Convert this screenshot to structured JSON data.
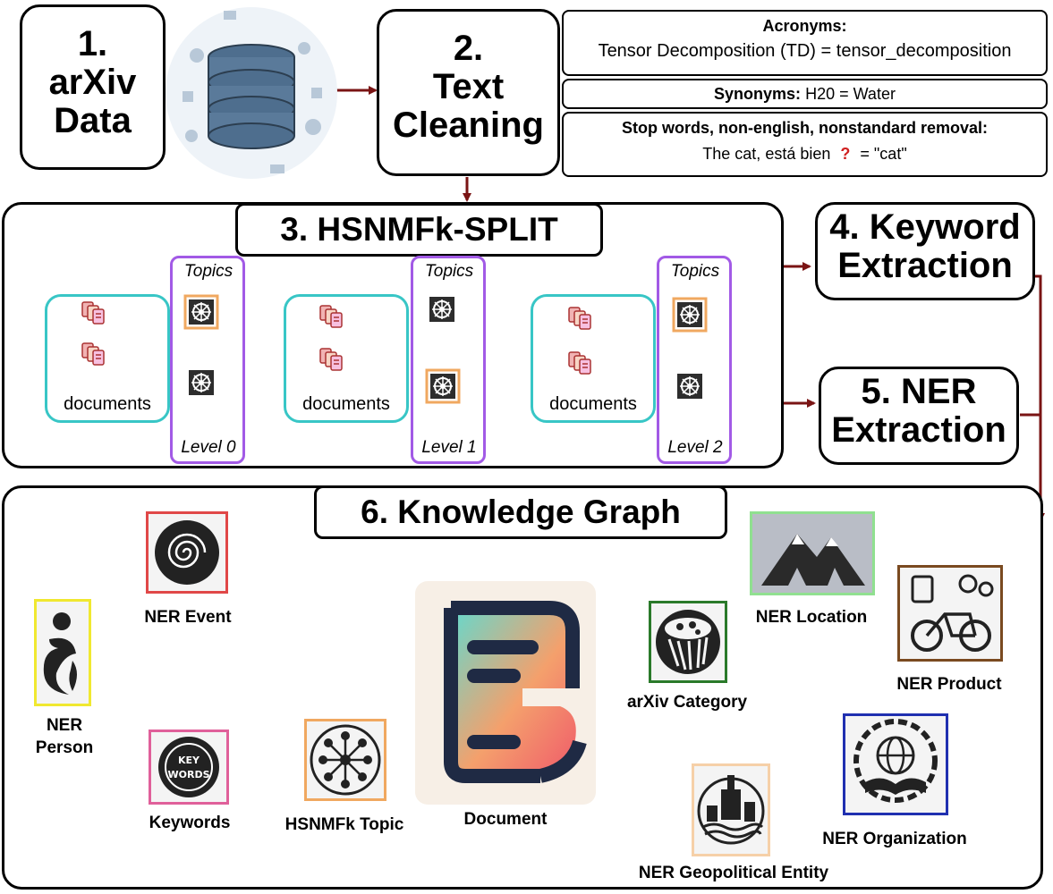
{
  "step1": {
    "line1": "1.",
    "line2": "arXiv",
    "line3": "Data"
  },
  "step2": {
    "line1": "2.",
    "line2": "Text",
    "line3": "Cleaning"
  },
  "cleaning": {
    "acronyms_title": "Acronyms:",
    "acronyms_text": "Tensor Decomposition (TD) = tensor_decomposition",
    "synonyms_title": "Synonyms:",
    "synonyms_text": "H20 = Water",
    "stop_title": "Stop words, non-english, nonstandard removal:",
    "stop_text_a": "The cat, está bien",
    "stop_text_b": "= \"cat\""
  },
  "step3": {
    "title": "3. HSNMFk-SPLIT",
    "topics_label": "Topics",
    "documents_label": "documents",
    "levels": [
      "Level 0",
      "Level 1",
      "Level 2"
    ]
  },
  "step4": {
    "line1": "4. Keyword",
    "line2": "Extraction"
  },
  "step5": {
    "line1": "5. NER",
    "line2": "Extraction"
  },
  "step6": {
    "title": "6. Knowledge Graph"
  },
  "graph_nodes": {
    "ner_event": "NER Event",
    "ner_person_1": "NER",
    "ner_person_2": "Person",
    "keywords": "Keywords",
    "hsnmfk_topic": "HSNMFk Topic",
    "document": "Document",
    "arxiv_category": "arXiv Category",
    "ner_location": "NER Location",
    "ner_product": "NER Product",
    "ner_geopolitical": "NER Geopolitical Entity",
    "ner_organization": "NER Organization"
  },
  "colors": {
    "arrow_dark_red": "#7a1414",
    "documents_box": "#38c6c6",
    "topics_box": "#a25ae6",
    "event_border": "#e04848",
    "person_border": "#f0e830",
    "keywords_border": "#e0609a",
    "hsnmfk_border": "#f0a860",
    "category_border": "#2a7a2a",
    "location_border": "#90e090",
    "product_border": "#7a4a20",
    "geo_border": "#f6d0a8",
    "org_border": "#2030b0"
  },
  "icons": [
    "database-icon",
    "topic-gear-icon",
    "document-stack-icon",
    "mountain-icon",
    "bicycle-icon",
    "globe-book-icon",
    "city-icon",
    "spiral-icon",
    "person-icon",
    "keywords-seal-icon",
    "network-icon",
    "category-cube-icon",
    "document-logo-icon",
    "question-mark-icon"
  ]
}
